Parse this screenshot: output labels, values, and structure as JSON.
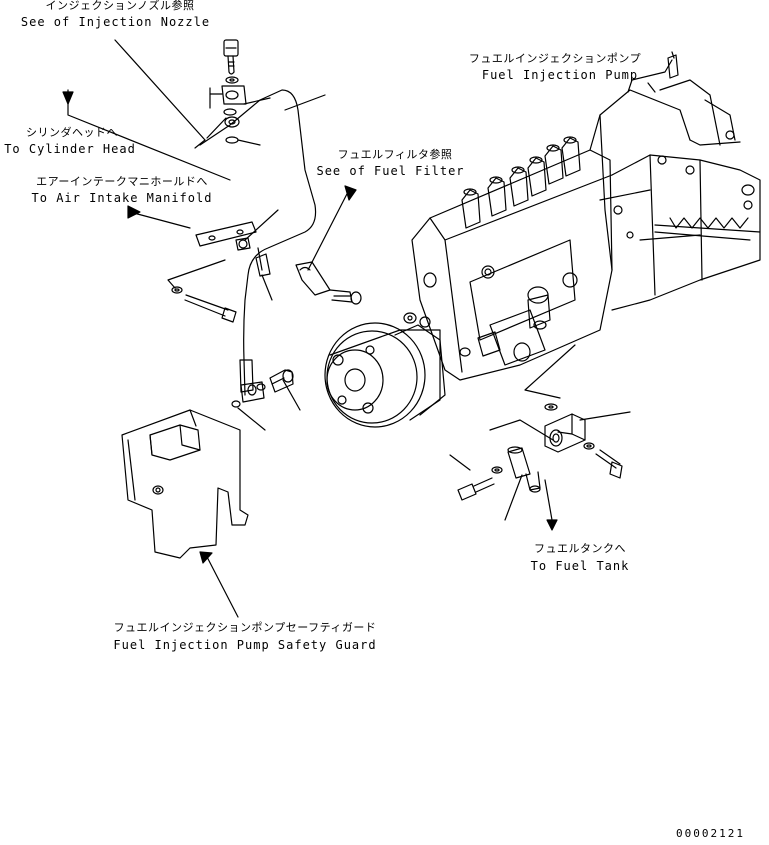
{
  "callouts": {
    "injection_nozzle": {
      "ja": "インジェクションノズル参照",
      "en": "See of Injection Nozzle"
    },
    "cylinder_head": {
      "ja": "シリンダヘッドへ",
      "en": "To Cylinder Head"
    },
    "air_intake": {
      "ja": "エアーインテークマニホールドへ",
      "en": "To Air Intake Manifold"
    },
    "fuel_filter": {
      "ja": "フュエルフィルタ参照",
      "en": "See of Fuel Filter"
    },
    "injection_pump": {
      "ja": "フュエルインジェクションポンプ",
      "en": "Fuel Injection Pump"
    },
    "fuel_tank": {
      "ja": "フュエルタンクへ",
      "en": "To Fuel Tank"
    },
    "safety_guard": {
      "ja": "フュエルインジェクションポンプセーフティガード",
      "en": "Fuel Injection Pump Safety Guard"
    }
  },
  "drawing_number": "00002121",
  "colors": {
    "line": "#000000",
    "paper": "#ffffff"
  }
}
